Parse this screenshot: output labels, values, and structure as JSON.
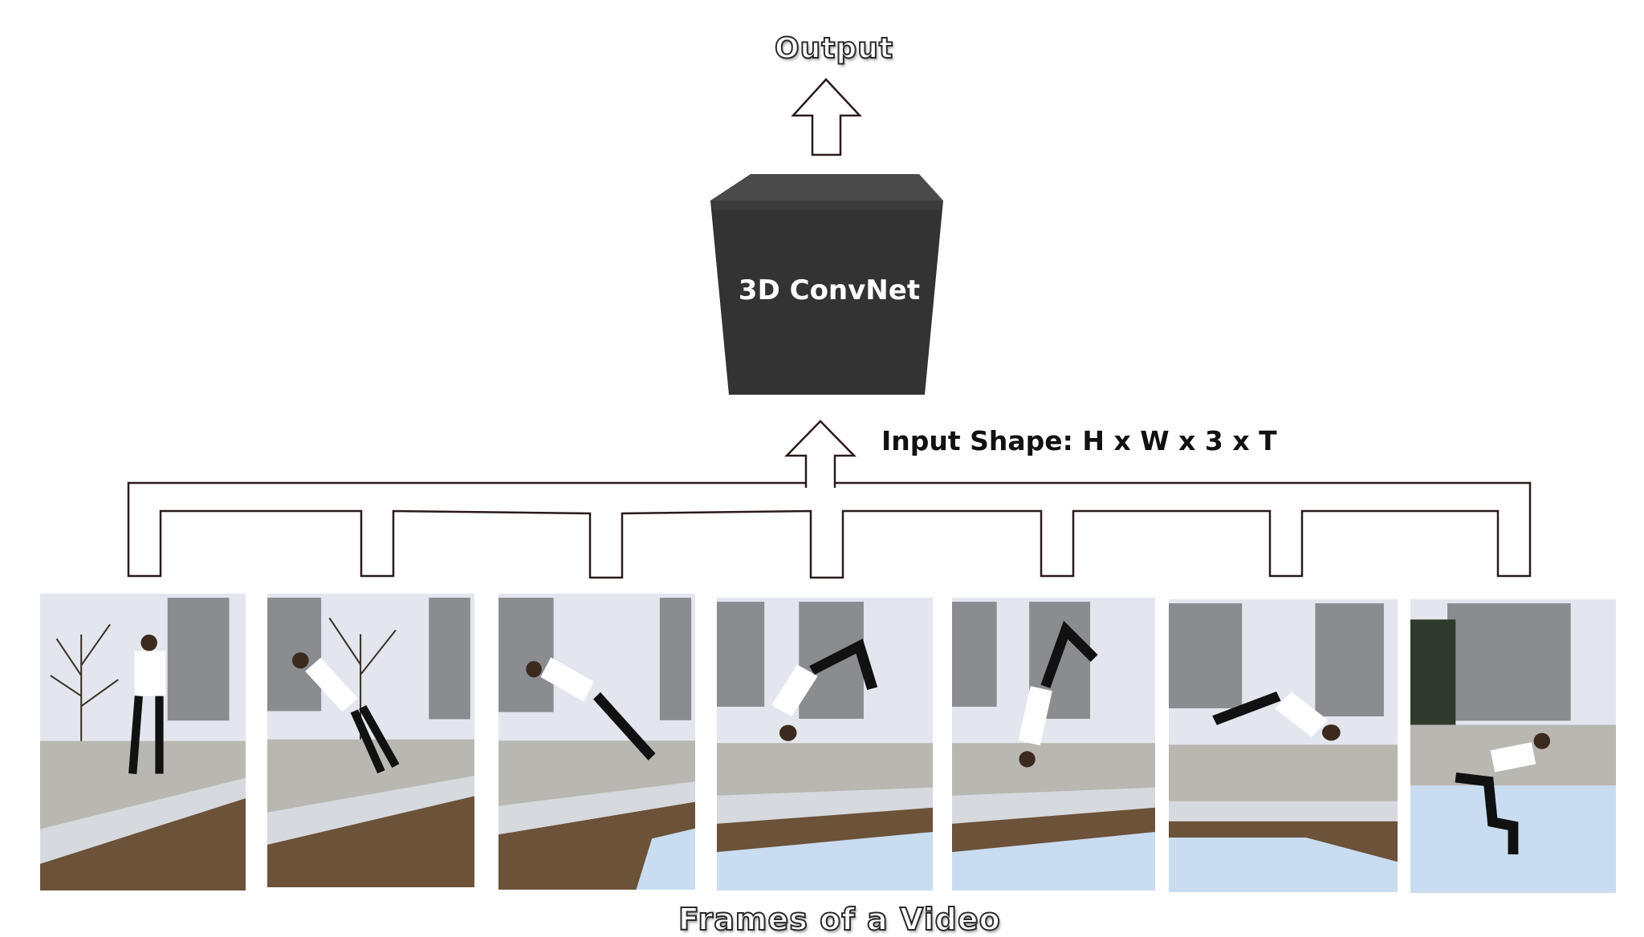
{
  "diagram": {
    "output_label": "Output",
    "model_label": "3D ConvNet",
    "input_shape_label": "Input Shape: H x W x 3 x T",
    "frames_label": "Frames of a Video"
  },
  "frames": [
    {
      "pose": "standing"
    },
    {
      "pose": "leaning back"
    },
    {
      "pose": "arching back"
    },
    {
      "pose": "inverted"
    },
    {
      "pose": "inverted"
    },
    {
      "pose": "rotating"
    },
    {
      "pose": "landing"
    }
  ],
  "colors": {
    "cube_front": "#333333",
    "cube_top": "#4a4a4a",
    "line": "#2a1a1a",
    "sky": "#dfe3ea",
    "pool": "#c9dcf0"
  }
}
